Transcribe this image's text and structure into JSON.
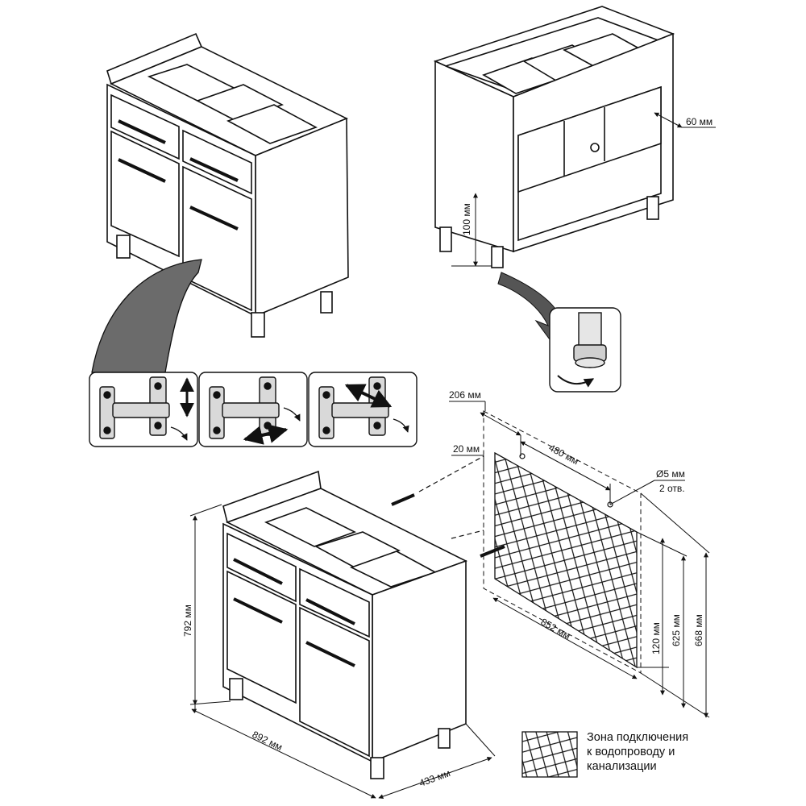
{
  "dimensions": {
    "side_gap": "60 мм",
    "leg_height": "100 мм",
    "offset_from_edge": "206 мм",
    "hole_spacing": "480 мм",
    "hole_offset": "20 мм",
    "hole_diameter": "Ø5 мм",
    "hole_count": "2 отв.",
    "zone_width": "852 мм",
    "zone_bottom": "120 мм",
    "zone_top": "625 мм",
    "back_height": "668 мм",
    "cabinet_height": "792 мм",
    "cabinet_width": "892 мм",
    "cabinet_depth": "433 мм"
  },
  "legend": {
    "line1": "Зона подключения",
    "line2": "к водопроводу и",
    "line3": "канализации"
  }
}
